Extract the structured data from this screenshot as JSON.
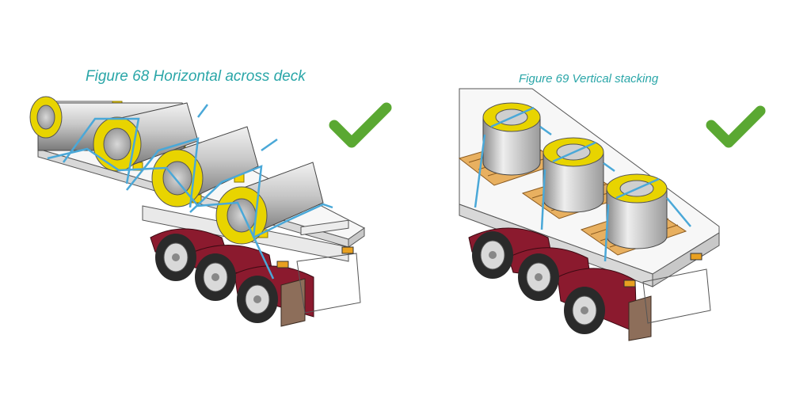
{
  "figures": [
    {
      "caption": "Figure 68 Horizontal across deck",
      "status": "correct",
      "status_icon": "checkmark-icon"
    },
    {
      "caption": "Figure 69 Vertical stacking",
      "status": "correct",
      "status_icon": "checkmark-icon"
    }
  ],
  "colors": {
    "caption": "#2aa6a8",
    "checkmark": "#5aa832",
    "strap": "#4aa8d8",
    "coil_ring": "#e8d400",
    "wheel_arch": "#8b1a2e",
    "pallet": "#e8b060",
    "mudflap": "#8d6e5a"
  }
}
